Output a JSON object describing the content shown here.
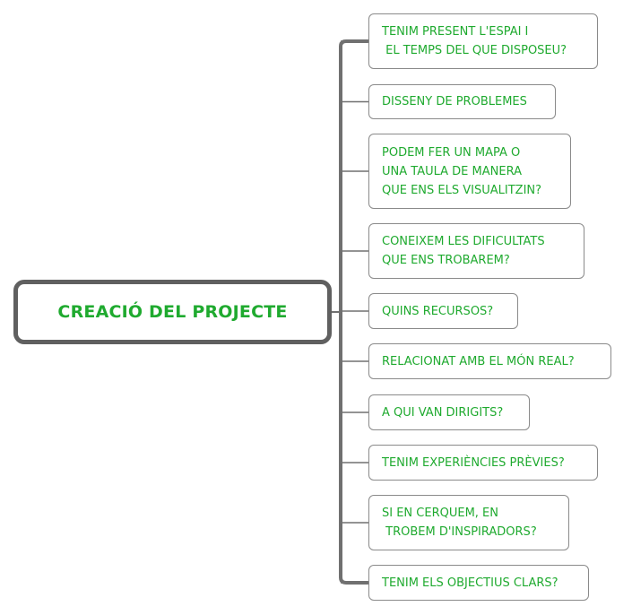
{
  "diagram": {
    "root": {
      "label": "CREACIÓ DEL PROJECTE"
    },
    "branches": [
      {
        "label": "TENIM PRESENT L'ESPAI I\n EL TEMPS DEL QUE DISPOSEU?"
      },
      {
        "label": "DISSENY DE PROBLEMES"
      },
      {
        "label": "PODEM FER UN MAPA O\nUNA TAULA DE MANERA\nQUE ENS ELS VISUALITZIN?"
      },
      {
        "label": "CONEIXEM LES DIFICULTATS\nQUE ENS TROBAREM?"
      },
      {
        "label": "QUINS RECURSOS?"
      },
      {
        "label": "RELACIONAT AMB EL MÓN REAL?"
      },
      {
        "label": "A QUI VAN DIRIGITS?"
      },
      {
        "label": "TENIM EXPERIÈNCIES PRÈVIES?"
      },
      {
        "label": "SI EN CERQUEM, EN\n TROBEM D'INSPIRADORS?"
      },
      {
        "label": "TENIM ELS OBJECTIUS CLARS?"
      }
    ],
    "colors": {
      "text": "#1faa2f",
      "root_border": "#606060",
      "node_border": "#8a8a8a",
      "connector": "#707070"
    }
  }
}
